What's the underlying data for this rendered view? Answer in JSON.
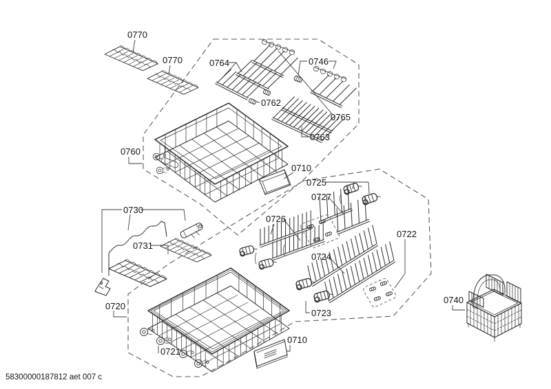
{
  "colors": {
    "line": "#2a2a2a",
    "label": "#111111",
    "dash": "#5a5a5a",
    "leader": "#3a3a3a",
    "background": "#ffffff"
  },
  "footer": {
    "code": "58300000187812 aet 007 c"
  },
  "labels": {
    "shelf_top_a": "0770",
    "shelf_top_b": "0770",
    "tines_upper_left": "0764",
    "tine_kit_upper_right": "0746",
    "upper_clips": "0762",
    "tines_upper_mid": "0765",
    "tines_upper_dense": "0763",
    "upper_rack": "0760",
    "handle_mid": "0710",
    "lower_retainers_a": "0725",
    "tines_lower_short": "0727",
    "tines_lower_mid": "0726",
    "clip_kit_right": "0722",
    "tines_lower_long": "0724",
    "lower_retainers_b": "0723",
    "wire_bail": "0730",
    "shelf_lower": "0731",
    "lower_rack": "0720",
    "rack_wheel": "0721",
    "plate_bottom": "0710",
    "cutlery_basket": "0740"
  }
}
